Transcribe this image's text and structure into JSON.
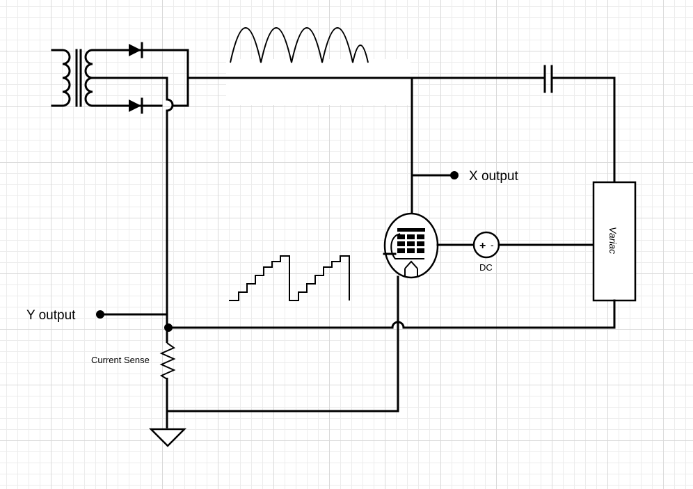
{
  "labels": {
    "x_output": "X output",
    "y_output": "Y output",
    "current_sense": "Current Sense",
    "dc": "DC",
    "variac": "Variac",
    "dc_plus": "+",
    "dc_minus": "-"
  },
  "colors": {
    "wire": "#000000",
    "grid_major": "#d9d9d9",
    "grid_minor": "#ececec",
    "background": "#ffffff"
  }
}
